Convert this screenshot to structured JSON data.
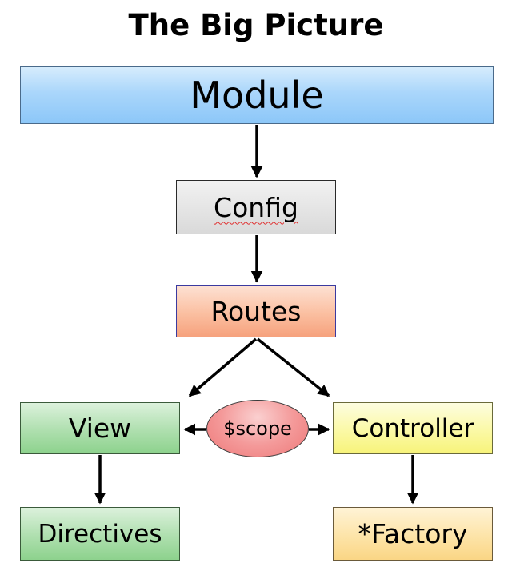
{
  "title": "The Big Picture",
  "nodes": {
    "module": "Module",
    "config": "Config",
    "routes": "Routes",
    "view": "View",
    "scope": "$scope",
    "controller": "Controller",
    "directives": "Directives",
    "factory": "*Factory"
  },
  "edges": [
    {
      "from": "module",
      "to": "config"
    },
    {
      "from": "config",
      "to": "routes"
    },
    {
      "from": "routes",
      "to": "view"
    },
    {
      "from": "routes",
      "to": "controller"
    },
    {
      "from": "scope",
      "to": "view"
    },
    {
      "from": "scope",
      "to": "controller"
    },
    {
      "from": "view",
      "to": "directives"
    },
    {
      "from": "controller",
      "to": "factory"
    }
  ],
  "colors": {
    "module": "#aad6fb",
    "config": "#d9d9d9",
    "routes": "#fbbfa1",
    "view": "#aedfae",
    "scope": "#f49a9a",
    "controller": "#fbf9a6",
    "directives": "#aedfae",
    "factory": "#fde4a8",
    "arrow": "#000000"
  }
}
